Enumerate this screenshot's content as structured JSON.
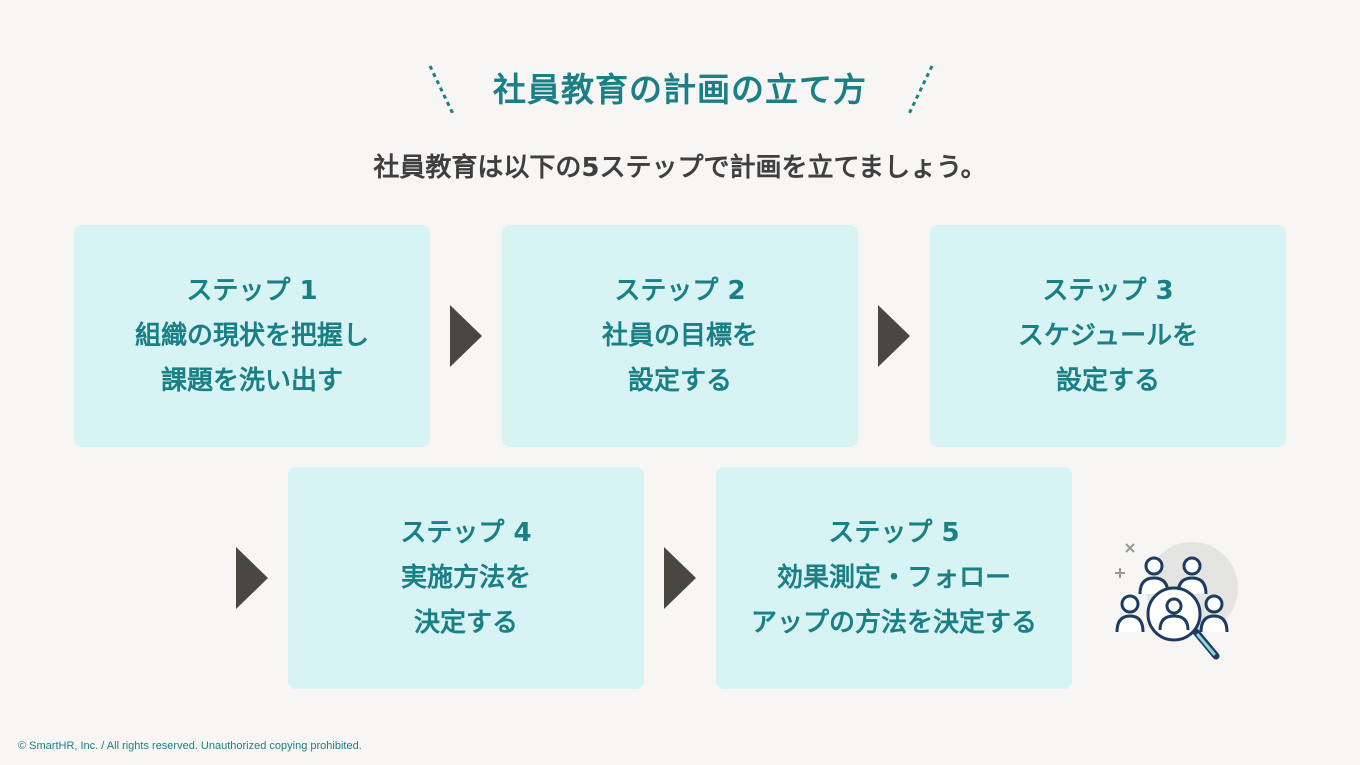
{
  "title": "社員教育の計画の立て方",
  "subtitle": "社員教育は以下の5ステップで計画を立てましょう。",
  "steps": [
    {
      "heading": "ステップ 1",
      "lines": [
        "組織の現状を把握し",
        "課題を洗い出す"
      ]
    },
    {
      "heading": "ステップ 2",
      "lines": [
        "社員の目標を",
        "設定する"
      ]
    },
    {
      "heading": "ステップ 3",
      "lines": [
        "スケジュールを",
        "設定する"
      ]
    },
    {
      "heading": "ステップ 4",
      "lines": [
        "実施方法を",
        "決定する"
      ]
    },
    {
      "heading": "ステップ 5",
      "lines": [
        "効果測定・フォロー",
        "アップの方法を決定する"
      ]
    }
  ],
  "icons": {
    "people": "people-search-icon"
  },
  "colors": {
    "accent": "#1b7f86",
    "box": "#d7f3f4",
    "arrow": "#4a4742",
    "background": "#f7f6f4"
  },
  "footer": {
    "copyright": "© SmartHR, Inc. / All rights reserved. Unauthorized copying prohibited."
  }
}
